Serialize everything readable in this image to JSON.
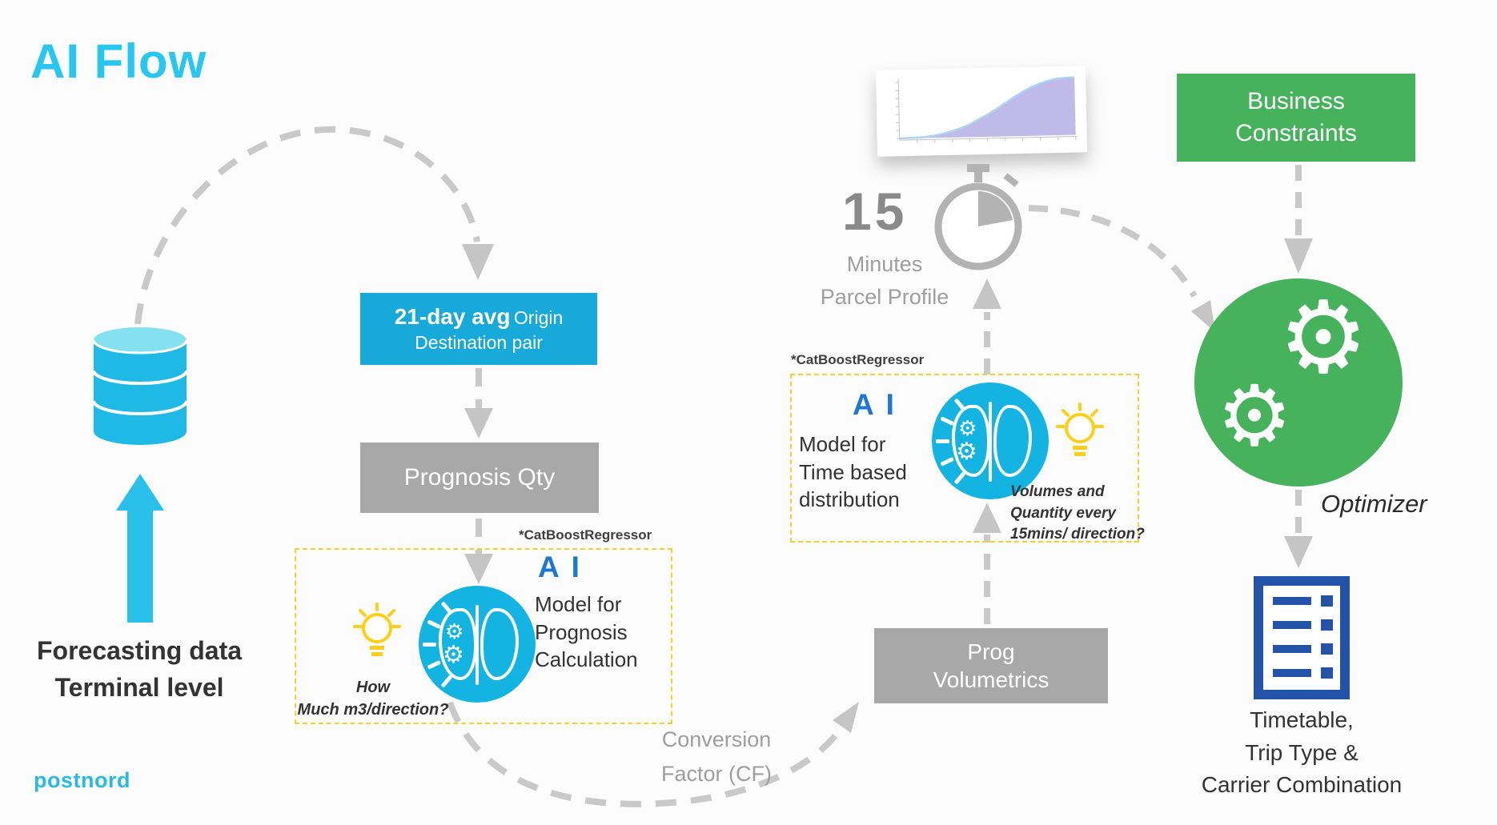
{
  "title": "AI Flow",
  "brand": "postnord",
  "icons": {
    "gear_glyph": "⚙"
  },
  "source": {
    "label": "Forecasting data\nTerminal level"
  },
  "flow": {
    "box21": {
      "strong": "21-day avg",
      "rest": "Origin",
      "line2": "Destination pair"
    },
    "prognosis": "Prognosis Qty",
    "ai1": {
      "annotation": "*CatBoostRegressor",
      "ai": "A I",
      "label": "Model for\nPrognosis\nCalculation",
      "question": "How\nMuch m3/direction?"
    },
    "conversion": "Conversion\nFactor (CF)",
    "volumetrics": "Prog\nVolumetrics",
    "ai2": {
      "annotation": "*CatBoostRegressor",
      "ai": "A I",
      "label": "Model for\nTime based\ndistribution",
      "question": "Volumes and\nQuantity every\n15mins/ direction?"
    },
    "profile": {
      "number": "15",
      "caption": "Minutes\nParcel Profile"
    },
    "constraints": "Business\nConstraints",
    "optimizer": "Optimizer",
    "output": "Timetable,\nTrip Type &\nCarrier Combination"
  },
  "colors": {
    "title_cyan": "#27c7f2",
    "box_cyan": "#17a9da",
    "database_cyan": "#1fb9e6",
    "brain_cyan": "#14b4e2",
    "gray_box": "#a8a8a8",
    "green": "#46b25c",
    "ai_blue": "#1b76d4",
    "timetable_blue": "#2353a8",
    "yellow": "#f3d32b",
    "bulb_yellow": "#ffcf16",
    "connector_gray": "#c9c9c9",
    "text_dark": "#333333",
    "text_gray": "#9e9e9e",
    "chart_purple": "#bdb6e7"
  },
  "parcel_chart": {
    "type": "area",
    "description": "cumulative 15-minute parcel profile",
    "x": [
      0,
      5,
      10,
      15,
      20,
      25,
      30,
      35,
      40,
      45,
      50,
      55,
      60,
      65,
      70,
      75,
      80,
      85,
      90,
      95,
      100
    ],
    "y": [
      0,
      0.005,
      0.01,
      0.02,
      0.04,
      0.07,
      0.11,
      0.16,
      0.22,
      0.3,
      0.38,
      0.47,
      0.57,
      0.67,
      0.76,
      0.84,
      0.9,
      0.95,
      0.98,
      0.995,
      1
    ]
  }
}
